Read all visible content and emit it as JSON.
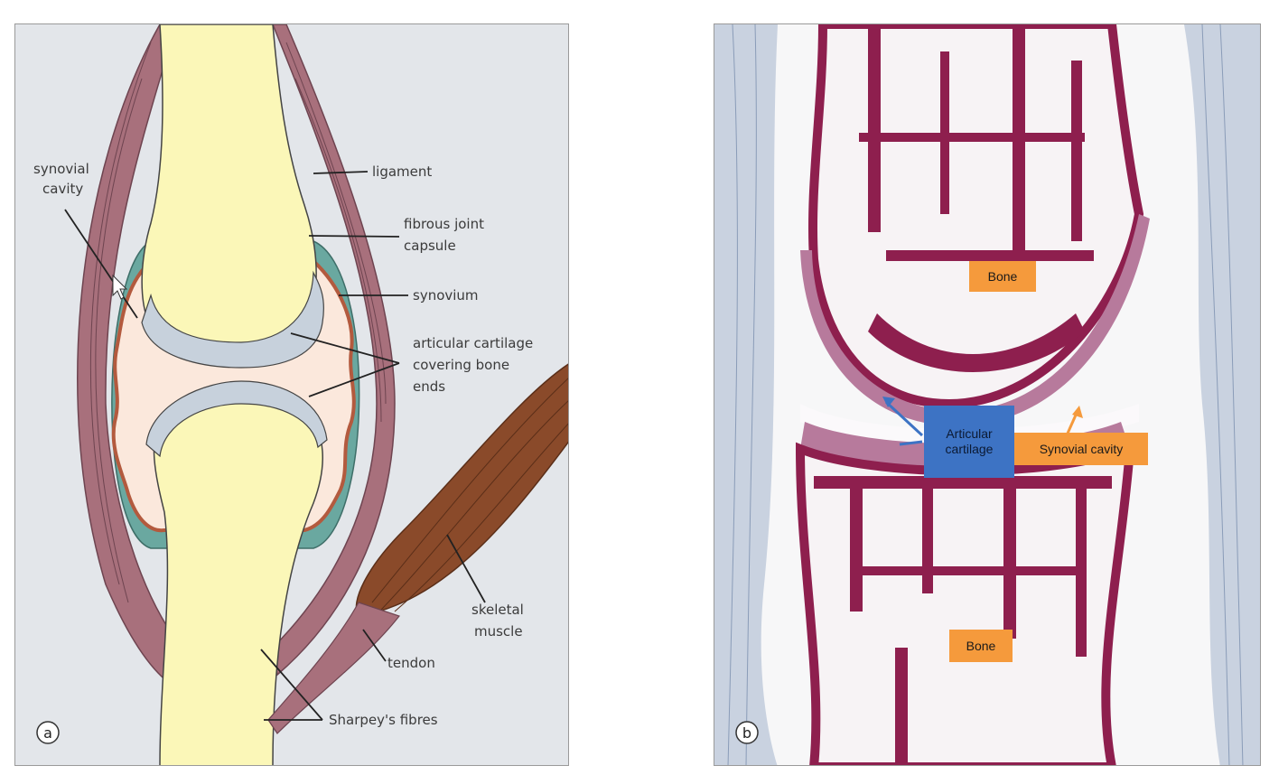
{
  "panel_a": {
    "marker": "a",
    "labels": {
      "synovial_cavity_1": "synovial",
      "synovial_cavity_2": "cavity",
      "ligament": "ligament",
      "fibrous_capsule_1": "fibrous joint",
      "fibrous_capsule_2": "capsule",
      "synovium": "synovium",
      "articular_cartilage_1": "articular cartilage",
      "articular_cartilage_2": "covering bone",
      "articular_cartilage_3": "ends",
      "skeletal_muscle_1": "skeletal",
      "skeletal_muscle_2": "muscle",
      "tendon": "tendon",
      "sharpeys_fibres": "Sharpey's fibres"
    }
  },
  "panel_b": {
    "marker": "b",
    "tags": {
      "bone_upper": "Bone",
      "articular_cartilage_1": "Articular",
      "articular_cartilage_2": "cartilage",
      "synovial_cavity": "Synovial cavity",
      "bone_lower": "Bone"
    }
  },
  "colors": {
    "bone": "#fbf7b8",
    "cartilage": "#c7d1dc",
    "synovial_fluid": "#fbe8dc",
    "capsule": "#6aa8a0",
    "synovium": "#b35a3e",
    "ligament": "#a8707c",
    "muscle": "#8a4a2a",
    "stain_bone": "#8e1f4e",
    "stain_cartilage": "#b77a9c",
    "tag_orange": "#f59a3c",
    "tag_blue": "#3d73c4"
  }
}
